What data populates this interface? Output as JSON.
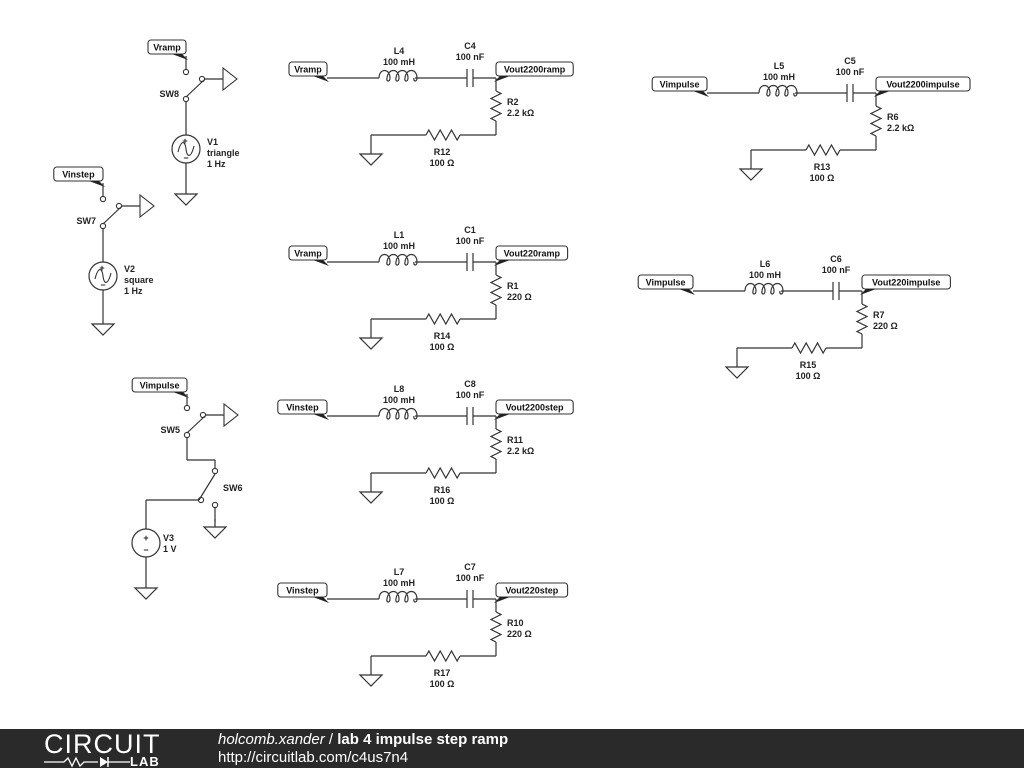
{
  "sources": [
    {
      "id": "v1",
      "name": "V1",
      "kind": "ac",
      "lines": [
        "V1",
        "triangle",
        "1 Hz"
      ],
      "net": "Vramp",
      "switch": "SW8"
    },
    {
      "id": "v2",
      "name": "V2",
      "kind": "ac",
      "lines": [
        "V2",
        "square",
        "1 Hz"
      ],
      "net": "Vinstep",
      "switch": "SW7"
    },
    {
      "id": "v3",
      "name": "V3",
      "kind": "dc",
      "lines": [
        "V3",
        "1 V"
      ],
      "net": "Vimpulse",
      "switch1": "SW5",
      "switch2": "SW6"
    }
  ],
  "circuits": [
    {
      "id": "c-2200ramp",
      "in": "Vramp",
      "out": "Vout2200ramp",
      "L": [
        "L4",
        "100 mH"
      ],
      "C": [
        "C4",
        "100 nF"
      ],
      "R": [
        "R2",
        "2.2 kΩ"
      ],
      "Rb": [
        "R12",
        "100 Ω"
      ]
    },
    {
      "id": "c-220ramp",
      "in": "Vramp",
      "out": "Vout220ramp",
      "L": [
        "L1",
        "100 mH"
      ],
      "C": [
        "C1",
        "100 nF"
      ],
      "R": [
        "R1",
        "220 Ω"
      ],
      "Rb": [
        "R14",
        "100 Ω"
      ]
    },
    {
      "id": "c-2200step",
      "in": "Vinstep",
      "out": "Vout2200step",
      "L": [
        "L8",
        "100 mH"
      ],
      "C": [
        "C8",
        "100 nF"
      ],
      "R": [
        "R11",
        "2.2 kΩ"
      ],
      "Rb": [
        "R16",
        "100 Ω"
      ]
    },
    {
      "id": "c-220step",
      "in": "Vinstep",
      "out": "Vout220step",
      "L": [
        "L7",
        "100 mH"
      ],
      "C": [
        "C7",
        "100 nF"
      ],
      "R": [
        "R10",
        "220 Ω"
      ],
      "Rb": [
        "R17",
        "100 Ω"
      ]
    },
    {
      "id": "c-2200impulse",
      "in": "Vimpulse",
      "out": "Vout2200impulse",
      "L": [
        "L5",
        "100 mH"
      ],
      "C": [
        "C5",
        "100 nF"
      ],
      "R": [
        "R6",
        "2.2 kΩ"
      ],
      "Rb": [
        "R13",
        "100 Ω"
      ]
    },
    {
      "id": "c-220impulse",
      "in": "Vimpulse",
      "out": "Vout220impulse",
      "L": [
        "L6",
        "100 mH"
      ],
      "C": [
        "C6",
        "100 nF"
      ],
      "R": [
        "R7",
        "220 Ω"
      ],
      "Rb": [
        "R15",
        "100 Ω"
      ]
    }
  ],
  "footer": {
    "logo_top": "CIRCUIT",
    "logo_bottom": "LAB",
    "author": "holcomb.xander",
    "separator": " / ",
    "title": "lab 4 impulse step ramp",
    "url": "http://circuitlab.com/c4us7n4"
  },
  "colors": {
    "wire": "#333333",
    "tag_border": "#333333",
    "tag_fill": "#ffffff",
    "footer_bg": "#2a2a2a",
    "text": "#222222"
  }
}
